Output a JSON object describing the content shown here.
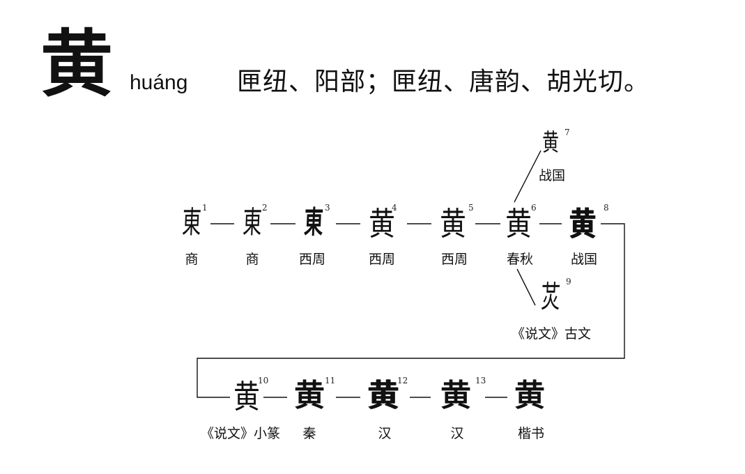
{
  "header": {
    "character": "黄",
    "pinyin": "huáng",
    "phonology": "匣纽、阳部；匣纽、唐韵、胡光切。"
  },
  "nodes": [
    {
      "id": "n1",
      "number": "1",
      "glyph": "東",
      "label": "商"
    },
    {
      "id": "n2",
      "number": "2",
      "glyph": "東",
      "label": "商"
    },
    {
      "id": "n3",
      "number": "3",
      "glyph": "東",
      "label": "西周"
    },
    {
      "id": "n4",
      "number": "4",
      "glyph": "黄",
      "label": "西周"
    },
    {
      "id": "n5",
      "number": "5",
      "glyph": "黄",
      "label": "西周"
    },
    {
      "id": "n6",
      "number": "6",
      "glyph": "黄",
      "label": "春秋"
    },
    {
      "id": "n7",
      "number": "7",
      "glyph": "黄",
      "label": "战国"
    },
    {
      "id": "n8",
      "number": "8",
      "glyph": "黄",
      "label": "战国"
    },
    {
      "id": "n9",
      "number": "9",
      "glyph": "炗",
      "label": "《说文》古文"
    },
    {
      "id": "n10",
      "number": "10",
      "glyph": "黄",
      "label": "《说文》小篆"
    },
    {
      "id": "n11",
      "number": "11",
      "glyph": "黄",
      "label": "秦"
    },
    {
      "id": "n12",
      "number": "12",
      "glyph": "黄",
      "label": "汉"
    },
    {
      "id": "n13",
      "number": "13",
      "glyph": "黄",
      "label": "汉"
    },
    {
      "id": "n14",
      "number": "",
      "glyph": "黄",
      "label": "楷书"
    }
  ]
}
